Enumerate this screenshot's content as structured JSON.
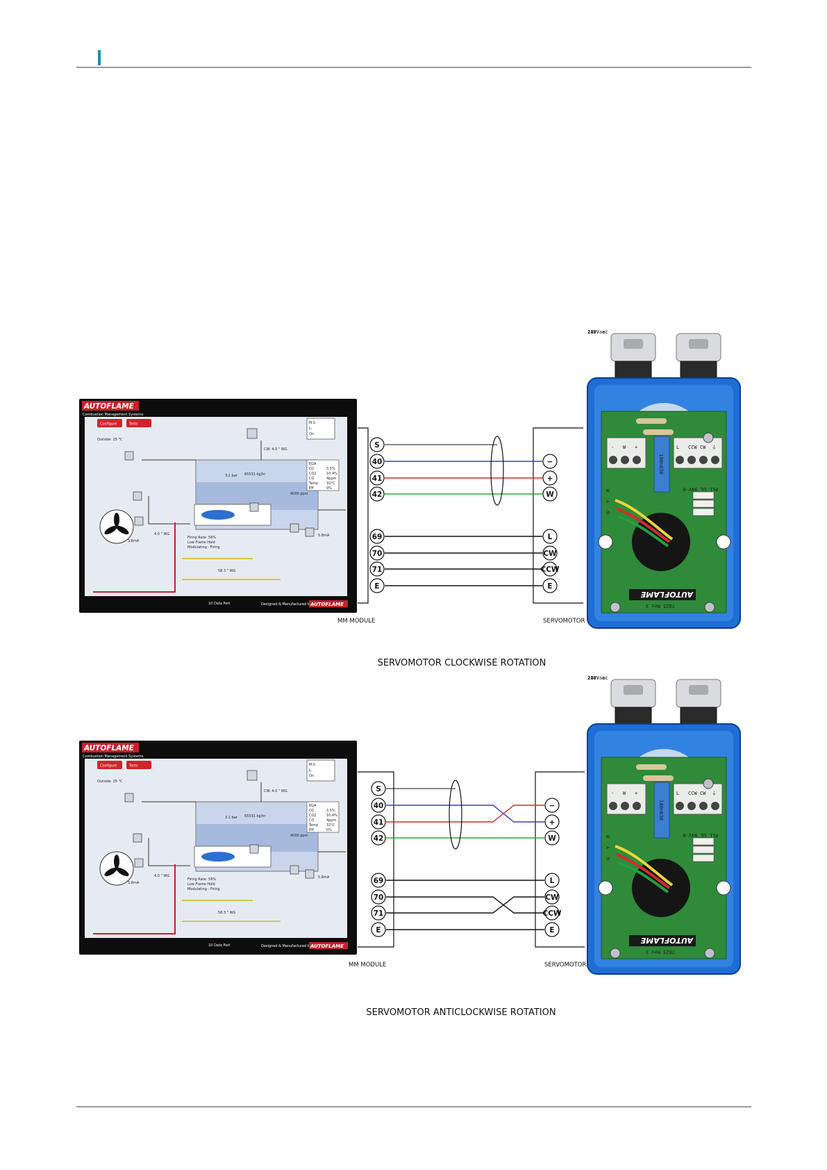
{
  "colors": {
    "accent": "#1f8fb0",
    "wire_signal": "#3b3bc9",
    "wire_positive": "#d42b2b",
    "wire_w": "#2aa83a",
    "wire_default": "#111111",
    "pcb_green": "#2f8a3a",
    "housing_blue": "#1f6ed6"
  },
  "diagrams": [
    {
      "caption": "SERVOMOTOR CLOCKWISE ROTATION",
      "left_label": "MM MODULE",
      "right_label": "SERVOMOTOR",
      "left_terminals": [
        "S",
        "40",
        "41",
        "42",
        "69",
        "70",
        "71",
        "E"
      ],
      "right_terminals": [
        "−",
        "+",
        "W",
        "L",
        "CW",
        "CCW",
        "E"
      ],
      "crossed": false
    },
    {
      "caption": "SERVOMOTOR ANTICLOCKWISE ROTATION",
      "left_label": "MM MODULE",
      "right_label": "SERVOMOTOR",
      "left_terminals": [
        "S",
        "40",
        "41",
        "42",
        "69",
        "70",
        "71",
        "E"
      ],
      "right_terminals": [
        "−",
        "+",
        "W",
        "L",
        "CW",
        "CCW",
        "E"
      ],
      "crossed": true
    }
  ],
  "mm_screen": {
    "brand": "AUTOFLAME",
    "subtitle": "Combustion Management Systems",
    "buttons": [
      "Configure",
      "Tests"
    ],
    "outside_temp": "Outside: 25 °C",
    "pressure_top": "CW: 4.0 \" WG",
    "steam_flow": "65531 kg/hr",
    "pressure_bar": "3.1 bar",
    "ega_labels": [
      "EGA",
      "O2",
      "CO2",
      "CO",
      "Temp",
      "Eff"
    ],
    "ega_values": [
      "",
      "3.5%",
      "10.4%",
      "4ppm",
      "32°C",
      "0%"
    ],
    "ppm": "4000 ppm",
    "fan_pressure": "4.0 \" WG",
    "current_left": "5.8mA",
    "current_right": "5.8mA",
    "firing_rate": "Firing Rate: 56%",
    "low_flame_hold": "Low Flame Hold",
    "modulating": "Modulating - Firing",
    "gas_pressure": "58.3 \" WG",
    "status_lines": [
      "M.S",
      "L:",
      "On"
    ],
    "footer_left": "10 Data Port",
    "footer_right": "Designed & Manufactured by",
    "footer_brand": "AUTOFLAME"
  },
  "servomotor": {
    "brand": "AUTOFLAME",
    "board_rev": "7825 Rev 3",
    "capacitor": "100n630",
    "rating": "PLL UL 94V-0",
    "voltages": [
      "24V ac",
      "110V ac",
      "230V ac"
    ],
    "terminal_left": [
      "-",
      "W",
      "+"
    ],
    "terminal_right": [
      "L",
      "CCW",
      "CW",
      "⏚"
    ],
    "wire_marks": [
      "R",
      "Y",
      "G"
    ]
  }
}
